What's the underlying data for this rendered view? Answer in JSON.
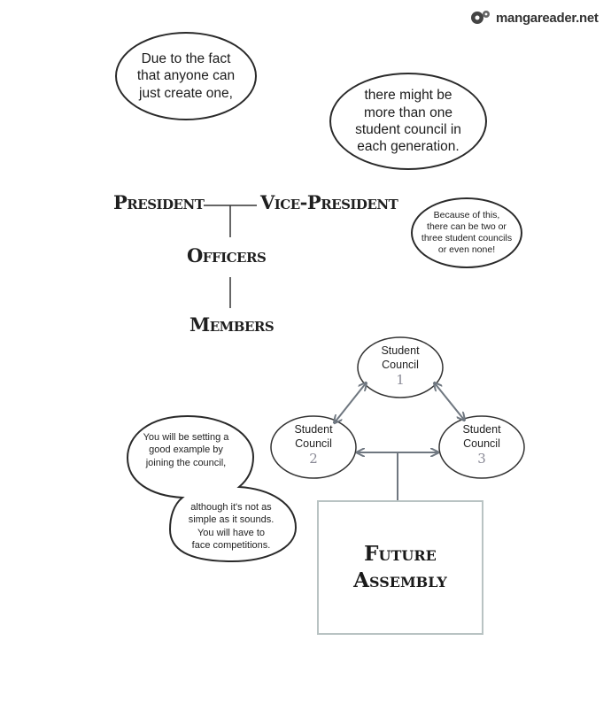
{
  "watermark": {
    "text": "mangareader.net",
    "icon": "gear-icon"
  },
  "bubbles": {
    "anyone": "Due to the fact\nthat anyone can\njust create one,",
    "more": "there might be\nmore than one\nstudent council in\neach generation.",
    "because": "Because of this,\nthere can be two or\nthree student councils\nor even none!"
  },
  "hierarchy": {
    "president": "President",
    "vice_president": "Vice-President",
    "officers": "Officers",
    "members": "Members"
  },
  "councils": [
    {
      "label": "Student\nCouncil",
      "number": "1"
    },
    {
      "label": "Student\nCouncil",
      "number": "2"
    },
    {
      "label": "Student\nCouncil",
      "number": "3"
    }
  ],
  "assembly": "Future\nAssembly",
  "notes": {
    "setting_example": "You will be setting a\ngood example by\njoining the council,",
    "not_simple": "although it's not as\nsimple as it sounds.\nYou will have to\nface competitions."
  },
  "colors": {
    "ink": "#2a2a2a",
    "arrow": "#6f7780",
    "box_border": "#b9c3c3",
    "number": "#8a8a96"
  }
}
